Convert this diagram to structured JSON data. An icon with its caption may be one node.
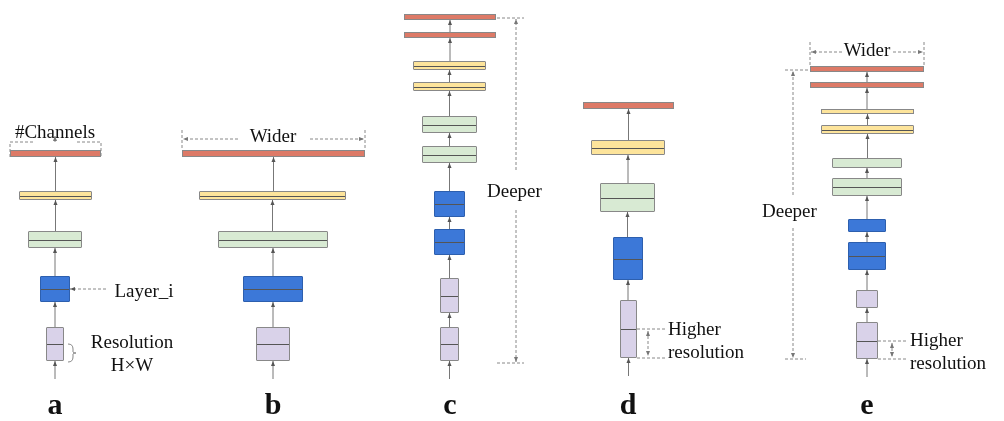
{
  "diagram": {
    "nodes": [
      {
        "text": [],
        "shape": "bar"
      },
      {
        "text": [],
        "shape": "box"
      },
      {
        "text": [],
        "shape": "box"
      },
      {
        "text": [],
        "shape": "box"
      },
      {
        "text": [],
        "shape": "box"
      },
      {
        "text": [
          "Layer_i"
        ]
      },
      {
        "text": [],
        "shape": "bar"
      },
      {
        "text": [],
        "shape": "box"
      },
      {
        "text": [],
        "shape": "box"
      },
      {
        "text": [],
        "shape": "box"
      },
      {
        "text": [],
        "shape": "box"
      },
      {
        "text": [],
        "shape": "bar"
      },
      {
        "text": [],
        "shape": "bar"
      },
      {
        "text": [],
        "shape": "box"
      },
      {
        "text": [],
        "shape": "box"
      },
      {
        "text": [],
        "shape": "box"
      },
      {
        "text": [],
        "shape": "box"
      },
      {
        "text": [],
        "shape": "box"
      },
      {
        "text": [],
        "shape": "box"
      },
      {
        "text": [],
        "shape": "box"
      },
      {
        "text": [],
        "shape": "box"
      },
      {
        "text": [],
        "shape": "bar"
      },
      {
        "text": [],
        "shape": "box"
      },
      {
        "text": [],
        "shape": "box"
      },
      {
        "text": [],
        "shape": "box"
      },
      {
        "text": [],
        "shape": "box"
      },
      {
        "text": [],
        "shape": "bar"
      },
      {
        "text": [],
        "shape": "bar"
      },
      {
        "text": [],
        "shape": "bar"
      },
      {
        "text": [],
        "shape": "box"
      },
      {
        "text": [],
        "shape": "box"
      },
      {
        "text": [],
        "shape": "box"
      },
      {
        "text": [],
        "shape": "box"
      },
      {
        "text": [],
        "shape": "box"
      },
      {
        "text": [],
        "shape": "box"
      },
      {
        "text": [],
        "shape": "box"
      }
    ],
    "edges": [
      {
        "from": null,
        "to": 4,
        "arrow": "to"
      },
      {
        "from": 4,
        "to": 3,
        "arrow": "to"
      },
      {
        "from": 3,
        "to": 2,
        "arrow": "to"
      },
      {
        "from": 2,
        "to": 1,
        "arrow": "to"
      },
      {
        "from": 1,
        "to": 0,
        "arrow": "to"
      },
      {
        "from": 5,
        "to": 3,
        "arrow": "to",
        "style": "dashed"
      },
      {
        "from": null,
        "to": 10,
        "arrow": "to"
      },
      {
        "from": 10,
        "to": 9,
        "arrow": "to"
      },
      {
        "from": 9,
        "to": 8,
        "arrow": "to"
      },
      {
        "from": 8,
        "to": 7,
        "arrow": "to"
      },
      {
        "from": 7,
        "to": 6,
        "arrow": "to"
      },
      {
        "from": null,
        "to": 20,
        "arrow": "to"
      },
      {
        "from": 20,
        "to": 19,
        "arrow": "to"
      },
      {
        "from": 19,
        "to": 18,
        "arrow": "to"
      },
      {
        "from": 18,
        "to": 17,
        "arrow": "to"
      },
      {
        "from": 17,
        "to": 16,
        "arrow": "to"
      },
      {
        "from": 16,
        "to": 15,
        "arrow": "to"
      },
      {
        "from": 15,
        "to": 14,
        "arrow": "to"
      },
      {
        "from": 14,
        "to": 13,
        "arrow": "to"
      },
      {
        "from": 13,
        "to": 12,
        "arrow": "to"
      },
      {
        "from": 12,
        "to": 11,
        "arrow": "to"
      },
      {
        "from": null,
        "to": 25,
        "arrow": "to"
      },
      {
        "from": 25,
        "to": 24,
        "arrow": "to"
      },
      {
        "from": 24,
        "to": 23,
        "arrow": "to"
      },
      {
        "from": 23,
        "to": 22,
        "arrow": "to"
      },
      {
        "from": 22,
        "to": 21,
        "arrow": "to"
      },
      {
        "from": null,
        "to": 35,
        "arrow": "to"
      },
      {
        "from": 35,
        "to": 34,
        "arrow": "to"
      },
      {
        "from": 34,
        "to": 33,
        "arrow": "to"
      },
      {
        "from": 33,
        "to": 32,
        "arrow": "to"
      },
      {
        "from": 32,
        "to": 31,
        "arrow": "to"
      },
      {
        "from": 31,
        "to": 30,
        "arrow": "to"
      },
      {
        "from": 30,
        "to": 29,
        "arrow": "to"
      },
      {
        "from": 29,
        "to": 28,
        "arrow": "to"
      },
      {
        "from": 28,
        "to": 27,
        "arrow": "to"
      },
      {
        "from": 27,
        "to": 26,
        "arrow": "to"
      }
    ],
    "labels": [
      "#Channels",
      "Resolution H×W",
      "a",
      "Wider",
      "b",
      "Deeper",
      "c",
      "Higher resolution",
      "d",
      "Wider",
      "Deeper",
      "Higher resolution",
      "e"
    ]
  }
}
